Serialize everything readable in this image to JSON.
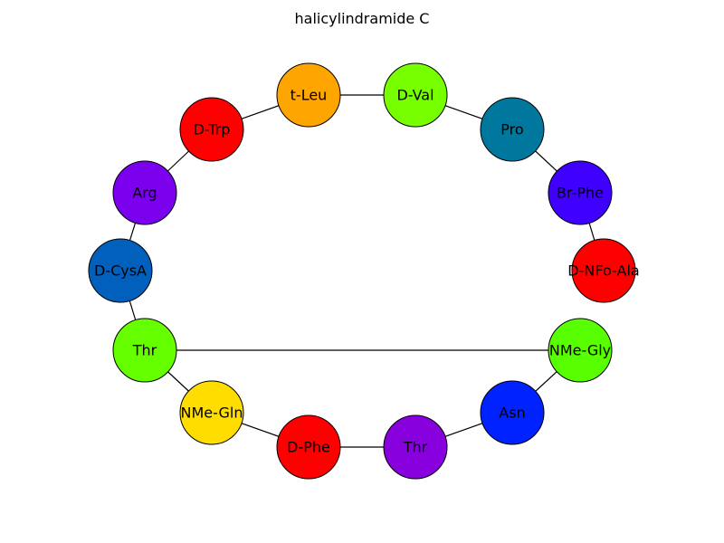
{
  "title": "halicylindramide C",
  "nodes": [
    {
      "id": "n1",
      "label": "t-Leu",
      "color": "#ffa500"
    },
    {
      "id": "n2",
      "label": "D-Val",
      "color": "#77ff00"
    },
    {
      "id": "n3",
      "label": "Pro",
      "color": "#00789e"
    },
    {
      "id": "n4",
      "label": "Br-Phe",
      "color": "#3f00ff"
    },
    {
      "id": "n5",
      "label": "D-NFo-Ala",
      "color": "#ff0000"
    },
    {
      "id": "n6",
      "label": "NMe-Gly",
      "color": "#58ff00"
    },
    {
      "id": "n7",
      "label": "Asn",
      "color": "#0022ff"
    },
    {
      "id": "n8",
      "label": "Thr",
      "color": "#8800dd"
    },
    {
      "id": "n9",
      "label": "D-Phe",
      "color": "#ff0000"
    },
    {
      "id": "n10",
      "label": "NMe-Gln",
      "color": "#ffdd00"
    },
    {
      "id": "n11",
      "label": "Thr",
      "color": "#66ff00"
    },
    {
      "id": "n12",
      "label": "D-CysA",
      "color": "#0060bb"
    },
    {
      "id": "n13",
      "label": "Arg",
      "color": "#7a00ee"
    },
    {
      "id": "n14",
      "label": "D-Trp",
      "color": "#ff0000"
    }
  ],
  "edges": [
    [
      "n1",
      "n2"
    ],
    [
      "n2",
      "n3"
    ],
    [
      "n3",
      "n4"
    ],
    [
      "n4",
      "n5"
    ],
    [
      "n6",
      "n7"
    ],
    [
      "n7",
      "n8"
    ],
    [
      "n8",
      "n9"
    ],
    [
      "n9",
      "n10"
    ],
    [
      "n10",
      "n11"
    ],
    [
      "n11",
      "n12"
    ],
    [
      "n12",
      "n13"
    ],
    [
      "n13",
      "n14"
    ],
    [
      "n14",
      "n1"
    ],
    [
      "n11",
      "n6"
    ]
  ]
}
